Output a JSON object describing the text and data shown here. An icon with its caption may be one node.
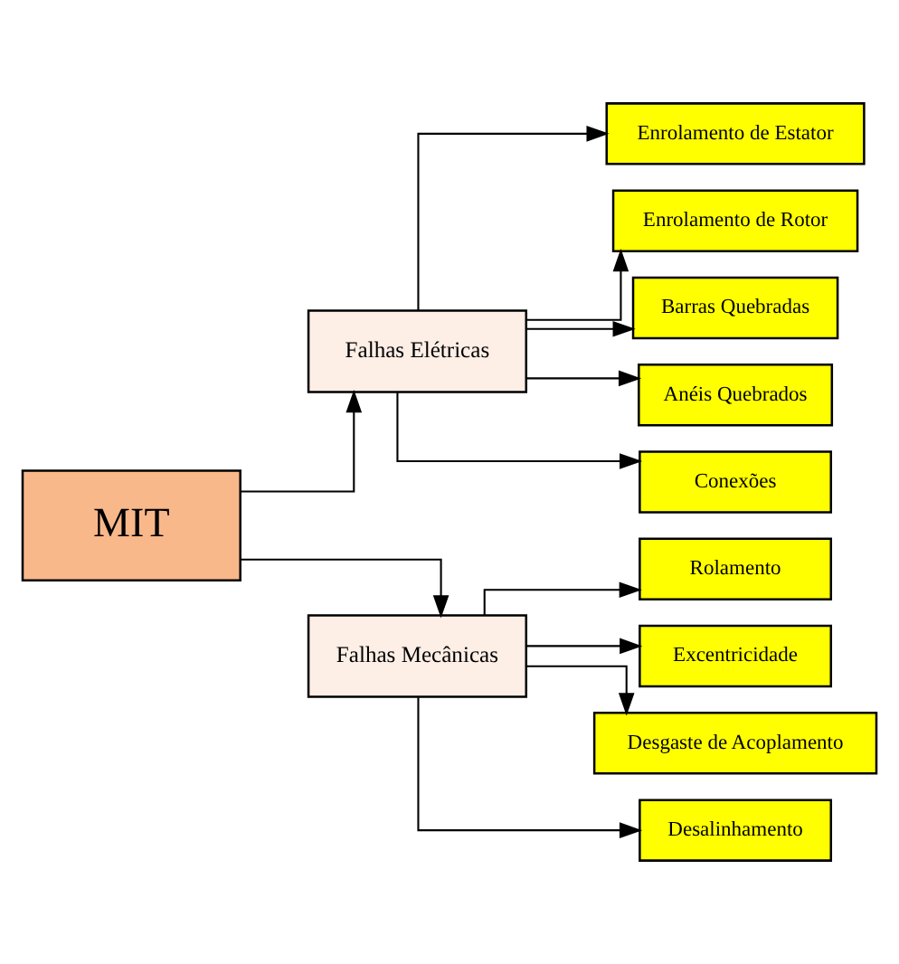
{
  "diagram": {
    "nodes": [
      {
        "text": [
          "MIT"
        ]
      },
      {
        "text": [
          "Falhas Elétricas"
        ]
      },
      {
        "text": [
          "Falhas Mecânicas"
        ]
      },
      {
        "text": [
          "Enrolamento de Estator"
        ]
      },
      {
        "text": [
          "Enrolamento de Rotor"
        ]
      },
      {
        "text": [
          "Barras Quebradas"
        ]
      },
      {
        "text": [
          "Anéis Quebrados"
        ]
      },
      {
        "text": [
          "Conexões"
        ]
      },
      {
        "text": [
          "Rolamento"
        ]
      },
      {
        "text": [
          "Excentricidade"
        ]
      },
      {
        "text": [
          "Desgaste de Acoplamento"
        ]
      },
      {
        "text": [
          "Desalinhamento"
        ]
      }
    ],
    "edges": [
      {
        "from": 0,
        "to": 1,
        "arrow": "to"
      },
      {
        "from": 0,
        "to": 2,
        "arrow": "to"
      },
      {
        "from": 1,
        "to": 3,
        "arrow": "to"
      },
      {
        "from": 1,
        "to": 4,
        "arrow": "to"
      },
      {
        "from": 1,
        "to": 5,
        "arrow": "to"
      },
      {
        "from": 1,
        "to": 6,
        "arrow": "to"
      },
      {
        "from": 1,
        "to": 7,
        "arrow": "to"
      },
      {
        "from": 2,
        "to": 8,
        "arrow": "to"
      },
      {
        "from": 2,
        "to": 9,
        "arrow": "to"
      },
      {
        "from": 2,
        "to": 10,
        "arrow": "to"
      },
      {
        "from": 2,
        "to": 11,
        "arrow": "to"
      }
    ]
  }
}
